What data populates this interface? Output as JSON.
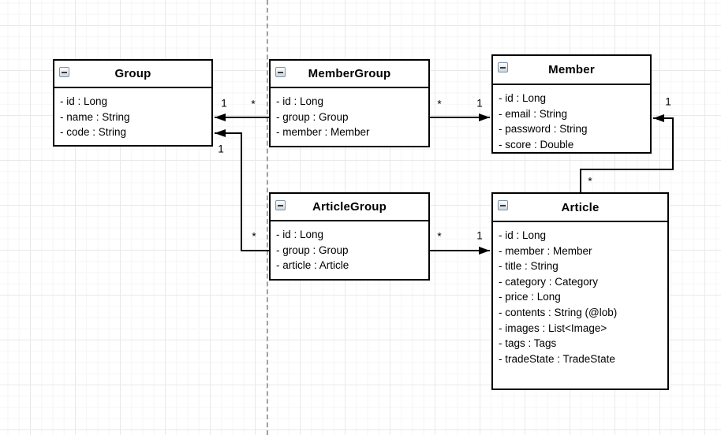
{
  "diagram": {
    "classes": [
      {
        "name": "Group",
        "attributes": [
          "- id : Long",
          "- name : String",
          "- code : String"
        ]
      },
      {
        "name": "MemberGroup",
        "attributes": [
          "- id : Long",
          "- group : Group",
          "- member : Member"
        ]
      },
      {
        "name": "Member",
        "attributes": [
          "- id : Long",
          "- email : String",
          "- password : String",
          "- score : Double"
        ]
      },
      {
        "name": "ArticleGroup",
        "attributes": [
          "- id : Long",
          "- group : Group",
          "- article : Article"
        ]
      },
      {
        "name": "Article",
        "attributes": [
          "- id : Long",
          "- member : Member",
          "- title : String",
          "- category : Category",
          "- price : Long",
          "- contents : String (@lob)",
          "- images : List<Image>",
          "- tags : Tags",
          "- tradeState : TradeState"
        ]
      }
    ],
    "connectors": [
      {
        "name": "membergroup-to-group",
        "source": "MemberGroup",
        "target": "Group",
        "source_label": "*",
        "target_label": "1"
      },
      {
        "name": "membergroup-to-member",
        "source": "MemberGroup",
        "target": "Member",
        "source_label": "*",
        "target_label": "1"
      },
      {
        "name": "articlegroup-to-group",
        "source": "ArticleGroup",
        "target": "Group",
        "source_label": "*",
        "target_label": "1"
      },
      {
        "name": "articlegroup-to-article",
        "source": "ArticleGroup",
        "target": "Article",
        "source_label": "*",
        "target_label": "1"
      },
      {
        "name": "article-to-member",
        "source": "Article",
        "target": "Member",
        "source_label": "*",
        "target_label": "1"
      }
    ],
    "colors": {
      "edge": "#000000",
      "box_border": "#000000",
      "box_fill": "#ffffff",
      "guide_line": "#a2a2a2",
      "text": "#000000"
    }
  }
}
